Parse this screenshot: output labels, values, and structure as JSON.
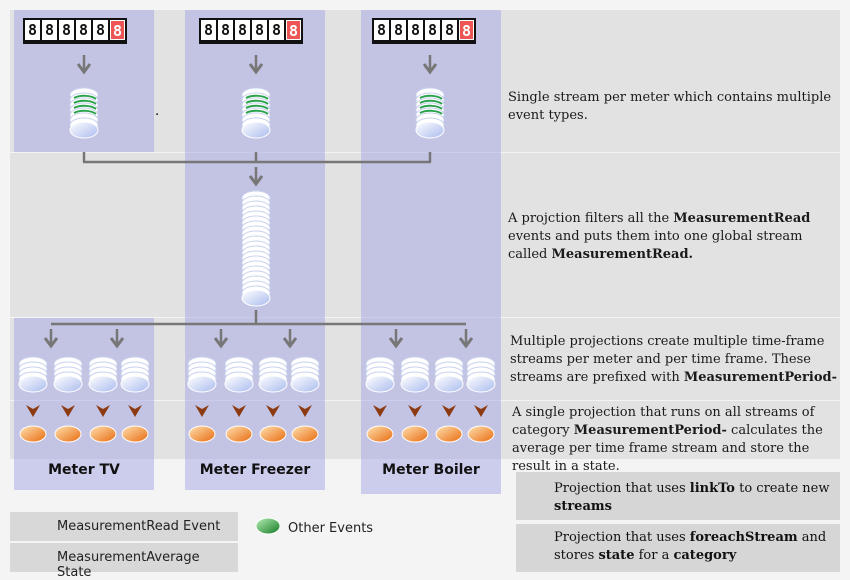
{
  "meters": [
    {
      "digits": [
        "8",
        "8",
        "8",
        "8",
        "8",
        "8"
      ],
      "label": "Meter TV"
    },
    {
      "digits": [
        "8",
        "8",
        "8",
        "8",
        "8",
        "8"
      ],
      "label": "Meter Freezer"
    },
    {
      "digits": [
        "8",
        "8",
        "8",
        "8",
        "8",
        "8"
      ],
      "label": "Meter Boiler"
    }
  ],
  "descriptions": {
    "row1": "Single stream per meter which contains multiple event types.",
    "row2": {
      "pre": "A projction filters all the ",
      "b1": "MeasurementRead",
      "mid": " events and puts them into one global stream called ",
      "b2": "MeasurementRead."
    },
    "row3": {
      "pre": "Multiple projections create multiple time-frame streams per meter and per time frame. These streams are prefixed with ",
      "b1": "MeasurementPeriod-"
    },
    "row4": {
      "pre": "A single projection that runs on all streams of category ",
      "b1": "MeasurementPeriod-",
      "post": " calculates the average per time frame stream and store the result in a state."
    }
  },
  "legend": {
    "measurement_read": "MeasurementRead Event",
    "other_events": "Other Events",
    "measurement_average": "MeasurementAverage State",
    "linkto": {
      "pre": "Projection that uses ",
      "b1": "linkTo",
      "mid": " to create new ",
      "b2": "streams"
    },
    "foreach": {
      "pre": "Projection that uses ",
      "b1": "foreachStream",
      "mid": " and stores ",
      "b2": "state",
      "mid2": " for a ",
      "b3": "category"
    }
  },
  "stray_mark": ".",
  "colors": {
    "band": "#e2e2e2",
    "column": "#a0a0e6",
    "arrow_grey": "#777777",
    "arrow_brown": "#8b3a12",
    "digit_red": "#ee5555",
    "event_blue": "#c8d4f4",
    "event_green": "#2a9a3a",
    "state_orange": "#f28a2a"
  },
  "icons": [
    "grey-down-arrow-icon",
    "brown-down-arrow-icon",
    "stream-stack-icon",
    "event-disc-icon",
    "state-disc-icon",
    "other-event-disc-icon"
  ]
}
